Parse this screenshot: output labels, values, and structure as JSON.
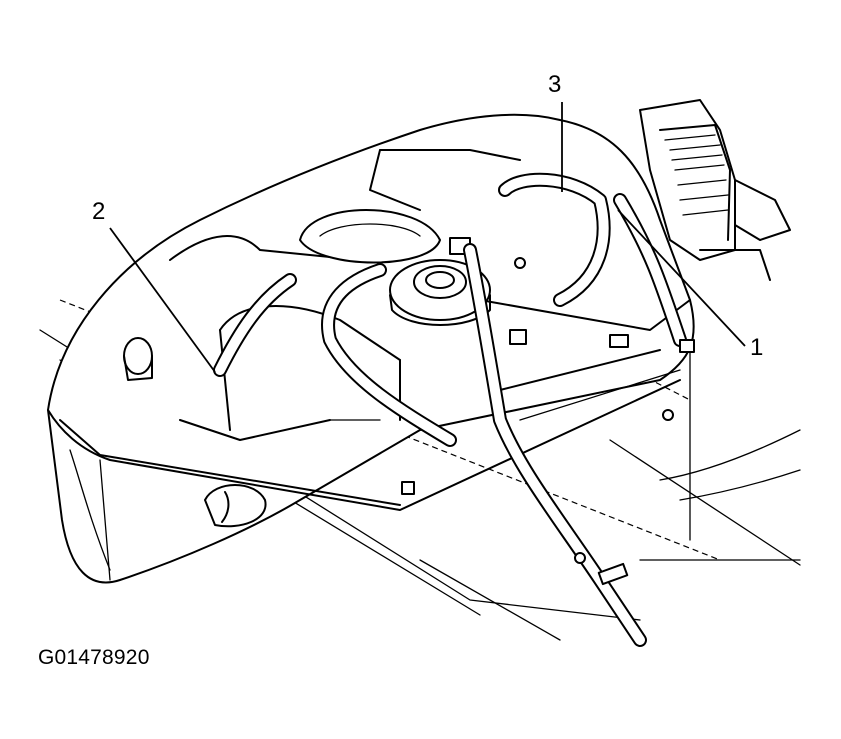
{
  "callouts": {
    "c1": "1",
    "c2": "2",
    "c3": "3"
  },
  "figure_id": "G01478920",
  "colors": {
    "line": "#000000",
    "background": "#ffffff"
  }
}
